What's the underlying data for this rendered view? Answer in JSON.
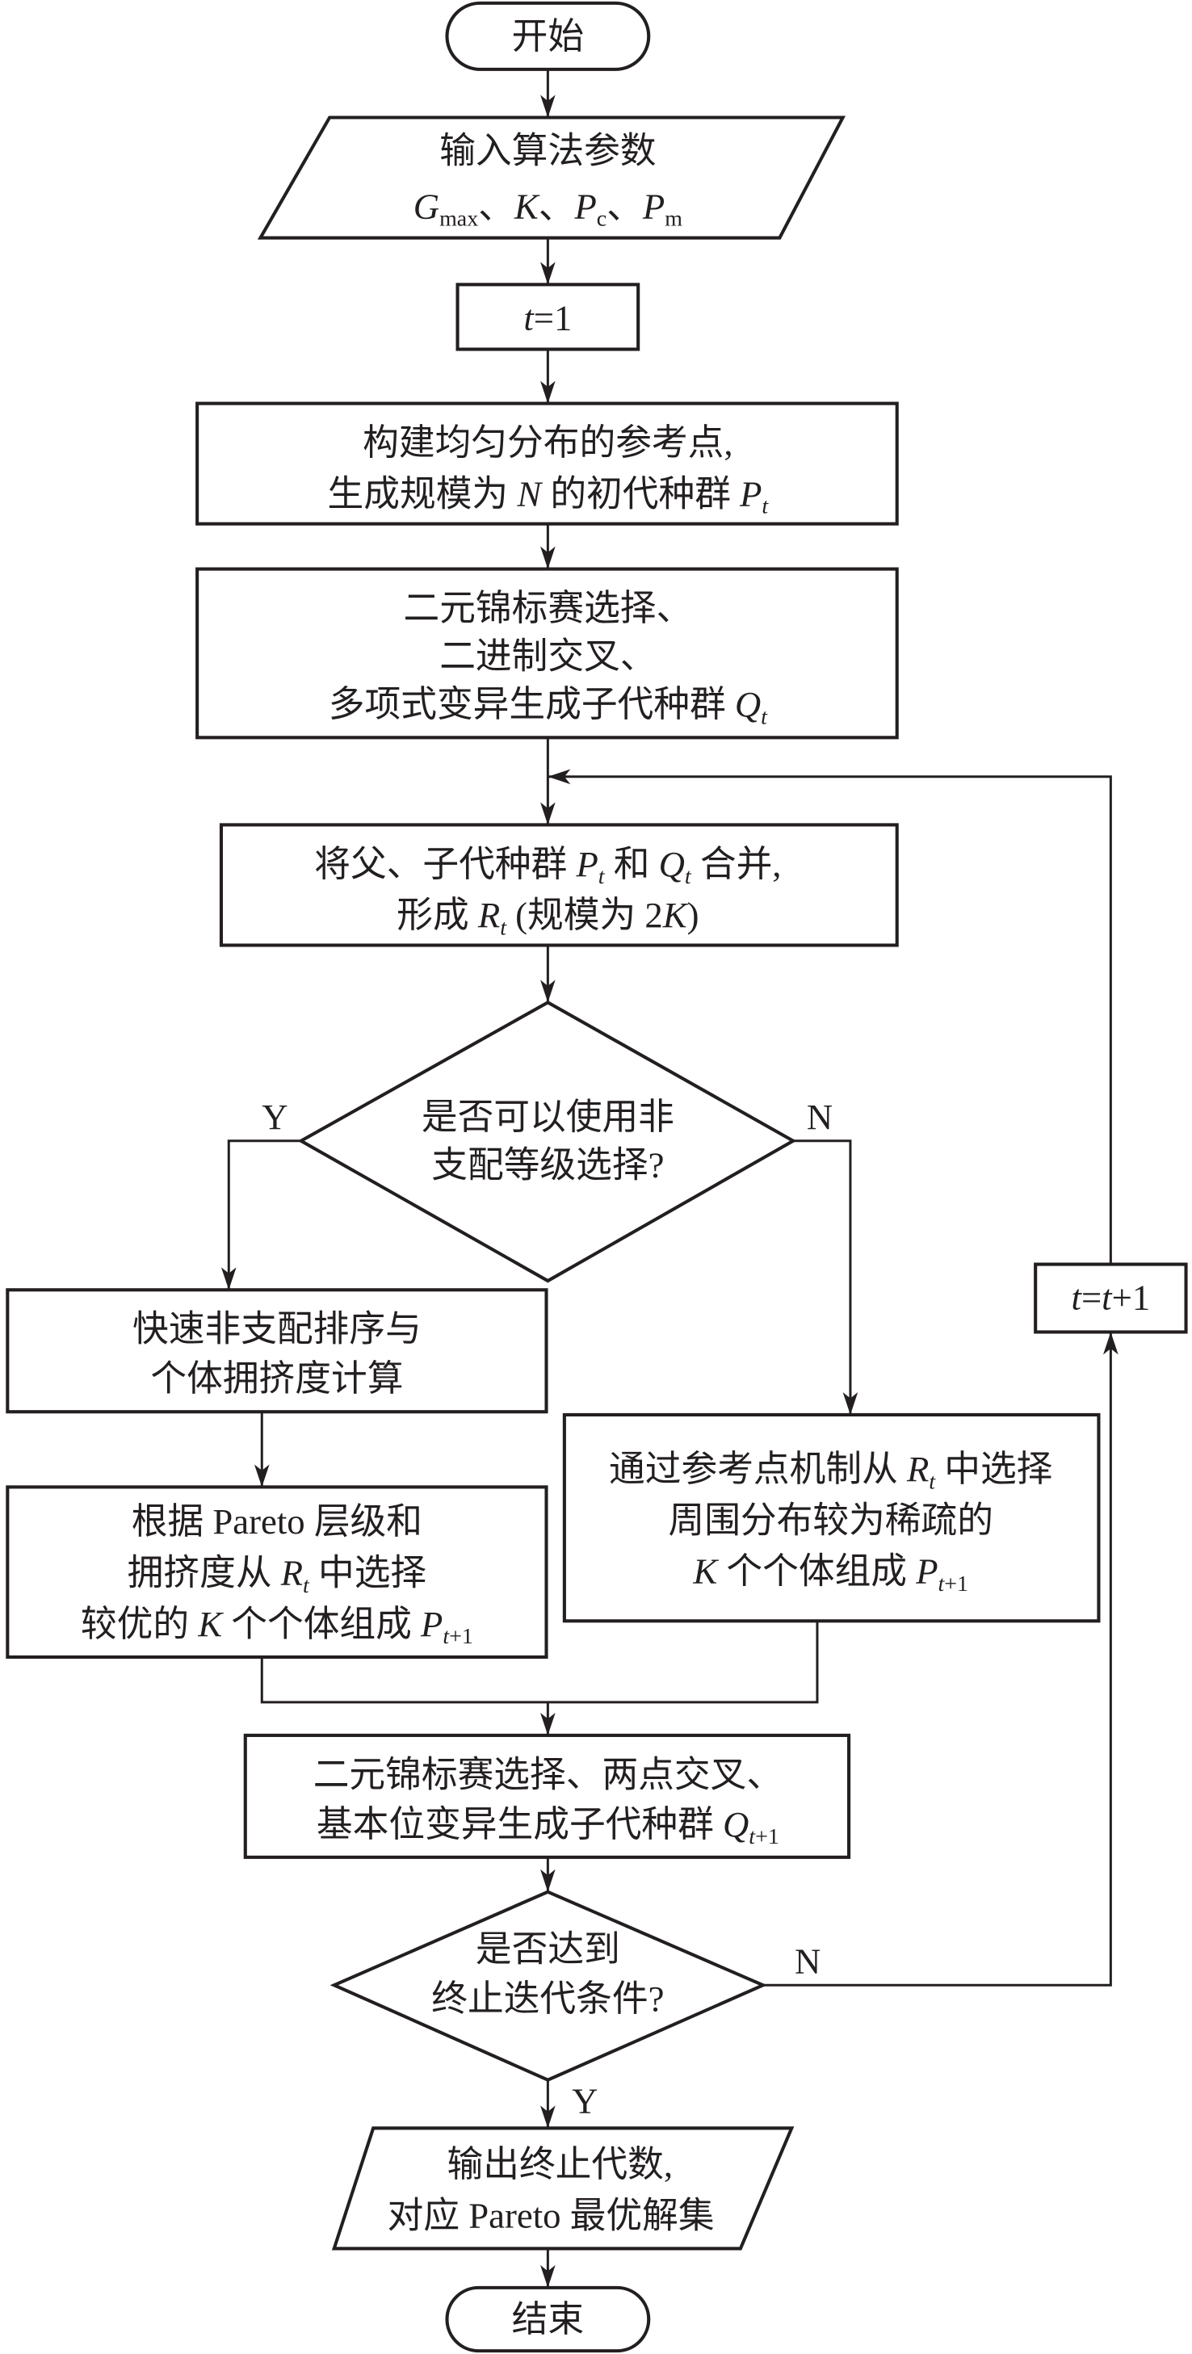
{
  "nodes": {
    "start": {
      "label": "开始"
    },
    "input": {
      "lines": [
        "输入算法参数",
        "G_max、K、P_c、P_m"
      ]
    },
    "init_t": {
      "label": "t=1"
    },
    "build_ref": {
      "lines": [
        "构建均匀分布的参考点,",
        "生成规模为 N 的初代种群 P_t"
      ]
    },
    "gen_offspring": {
      "lines": [
        "二元锦标赛选择、",
        "二进制交叉、",
        "多项式变异生成子代种群 Q_t"
      ]
    },
    "merge": {
      "lines": [
        "将父、子代种群 P_t 和 Q_t 合并,",
        "形成 R_t (规模为 2K)"
      ]
    },
    "decision1": {
      "lines": [
        "是否可以使用非",
        "支配等级选择?"
      ],
      "yes": "Y",
      "no": "N"
    },
    "fast_sort": {
      "lines": [
        "快速非支配排序与",
        "个体拥挤度计算"
      ]
    },
    "pareto_select": {
      "lines": [
        "根据 Pareto 层级和",
        "拥挤度从 R_t 中选择",
        "较优的 K 个个体组成 P_t+1"
      ]
    },
    "ref_select": {
      "lines": [
        "通过参考点机制从 R_t 中选择",
        "周围分布较为稀疏的",
        "K 个个体组成 P_t+1"
      ]
    },
    "gen_next": {
      "lines": [
        "二元锦标赛选择、两点交叉、",
        "基本位变异生成子代种群 Q_t+1"
      ]
    },
    "decision2": {
      "lines": [
        "是否达到",
        "终止迭代条件?"
      ],
      "yes": "Y",
      "no": "N"
    },
    "increment": {
      "label": "t=t+1"
    },
    "output": {
      "lines": [
        "输出终止代数,",
        "对应 Pareto 最优解集"
      ]
    },
    "end": {
      "label": "结束"
    }
  }
}
